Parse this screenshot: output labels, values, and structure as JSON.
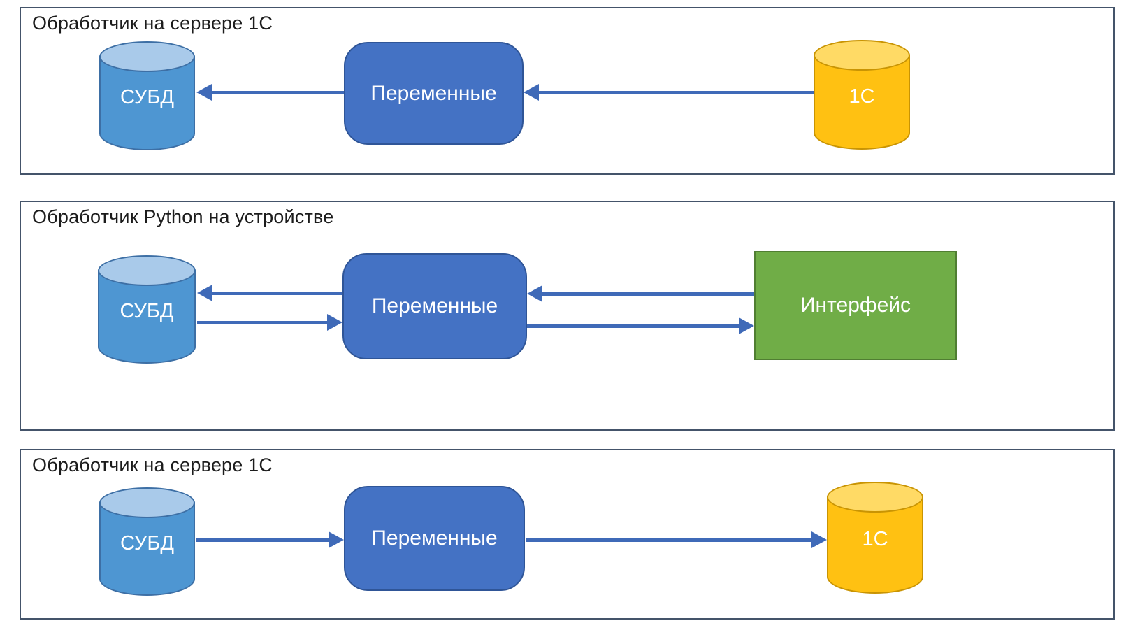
{
  "diagram": {
    "panels": [
      {
        "title": "Обработчик на сервере 1С",
        "nodes": {
          "db": "СУБД",
          "vars": "Переменные",
          "onec": "1С"
        },
        "arrows": [
          {
            "from": "Переменные",
            "to": "СУБД",
            "direction": "left"
          },
          {
            "from": "1С",
            "to": "Переменные",
            "direction": "left"
          }
        ]
      },
      {
        "title": "Обработчик Python на устройстве",
        "nodes": {
          "db": "СУБД",
          "vars": "Переменные",
          "ui": "Интерфейс"
        },
        "arrows": [
          {
            "from": "Переменные",
            "to": "СУБД",
            "direction": "left"
          },
          {
            "from": "СУБД",
            "to": "Переменные",
            "direction": "right"
          },
          {
            "from": "Интерфейс",
            "to": "Переменные",
            "direction": "left"
          },
          {
            "from": "Переменные",
            "to": "Интерфейс",
            "direction": "right"
          }
        ]
      },
      {
        "title": "Обработчик на сервере 1С",
        "nodes": {
          "db": "СУБД",
          "vars": "Переменные",
          "onec": "1С"
        },
        "arrows": [
          {
            "from": "СУБД",
            "to": "Переменные",
            "direction": "right"
          },
          {
            "from": "Переменные",
            "to": "1С",
            "direction": "right"
          }
        ]
      }
    ],
    "colors": {
      "panel_border": "#44546A",
      "db_cylinder_body": "#4E96D2",
      "db_cylinder_top": "#A9CAEA",
      "db_cylinder_border": "#3D6FA5",
      "vars_box": "#4472C4",
      "vars_box_border": "#2F5597",
      "onec_cylinder_body": "#FFC112",
      "onec_cylinder_top": "#FFDA65",
      "onec_cylinder_border": "#C99403",
      "ui_box": "#70AD47",
      "ui_box_border": "#507E32",
      "arrow": "#3F6AB8",
      "shape_label_text": "#FFFFFF",
      "title_text": "#1C1C1C"
    }
  }
}
